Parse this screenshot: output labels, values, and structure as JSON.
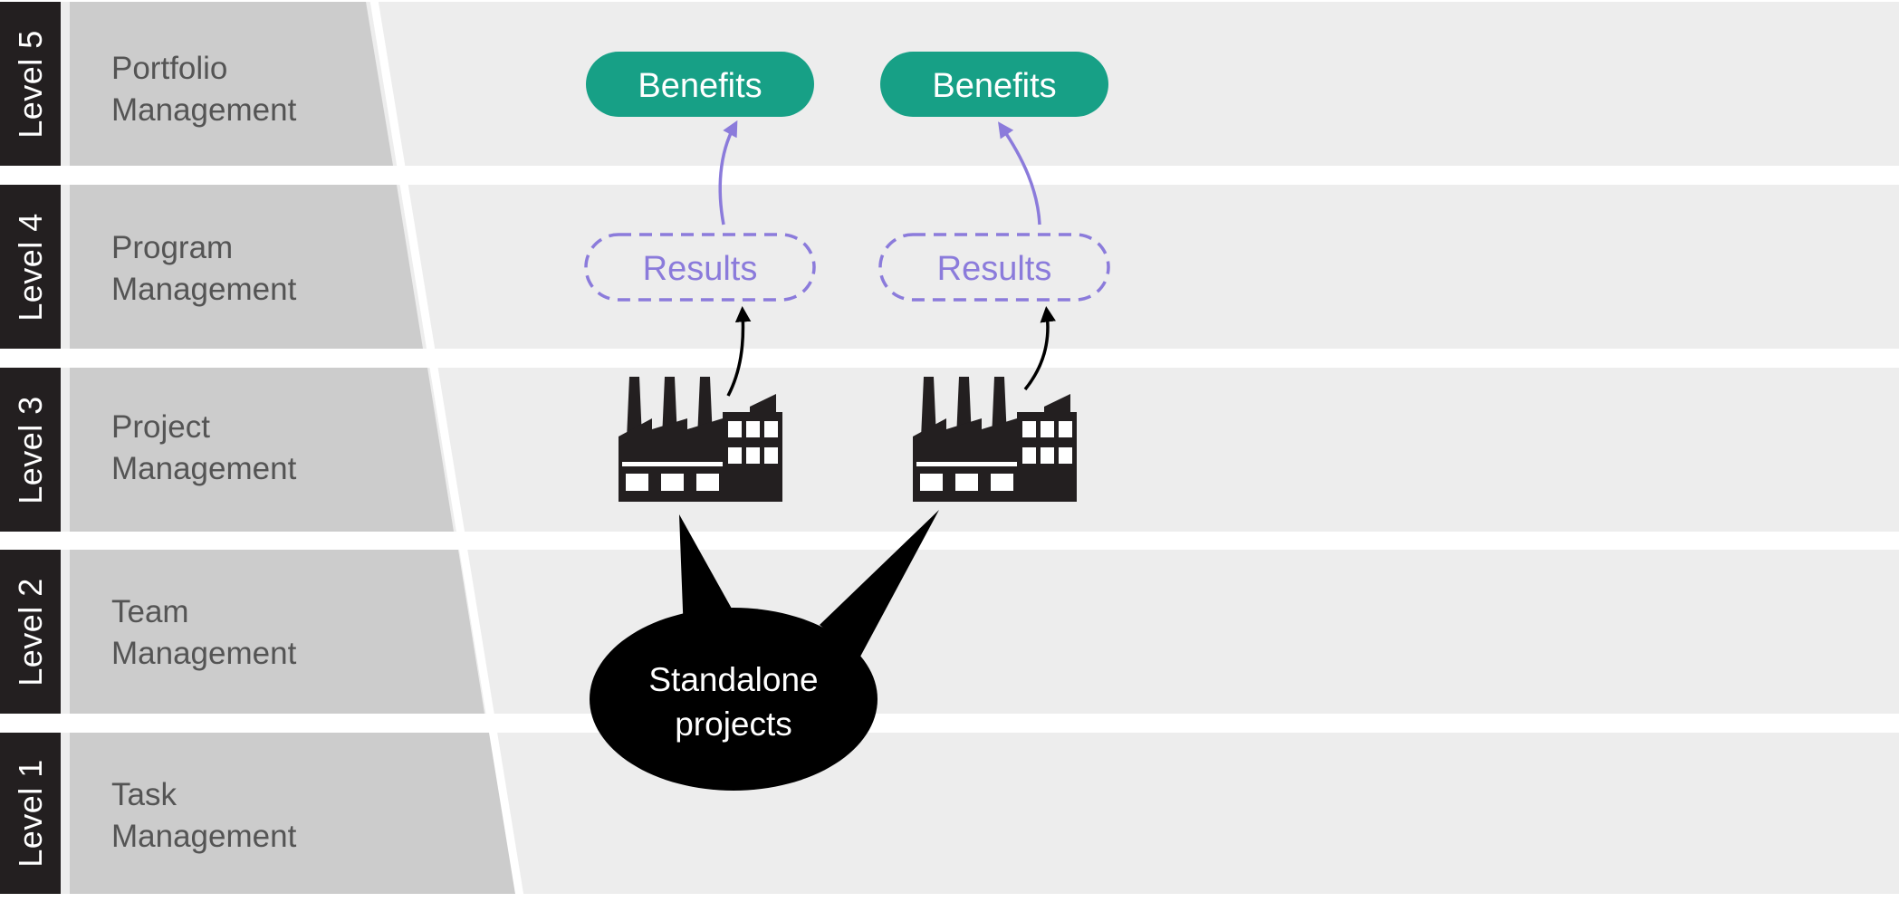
{
  "levels": [
    {
      "tab": "Level 5",
      "label_line1": "Portfolio",
      "label_line2": "Management"
    },
    {
      "tab": "Level 4",
      "label_line1": "Program",
      "label_line2": "Management"
    },
    {
      "tab": "Level 3",
      "label_line1": "Project",
      "label_line2": "Management"
    },
    {
      "tab": "Level 2",
      "label_line1": "Team",
      "label_line2": "Management"
    },
    {
      "tab": "Level 1",
      "label_line1": "Task",
      "label_line2": "Management"
    }
  ],
  "benefits": [
    "Benefits",
    "Benefits"
  ],
  "results": [
    "Results",
    "Results"
  ],
  "callout": {
    "line1": "Standalone",
    "line2": "projects"
  },
  "colors": {
    "band": "#ededed",
    "label_panel": "#cccccc",
    "tab": "#231f20",
    "benefit": "#17a086",
    "result": "#8b7bdb",
    "icon": "#231f20"
  },
  "icons": [
    "factory-icon",
    "factory-icon"
  ]
}
